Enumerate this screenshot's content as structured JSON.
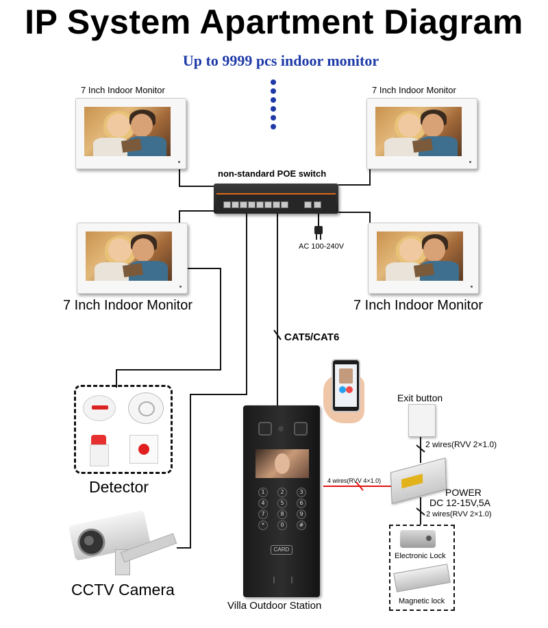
{
  "title": "IP System Apartment Diagram",
  "subtitle": "Up to 9999 pcs indoor monitor",
  "monitors": {
    "top_left_label": "7 Inch Indoor Monitor",
    "top_right_label": "7 Inch Indoor Monitor",
    "mid_left_label": "7 Inch Indoor Monitor",
    "mid_right_label": "7 Inch Indoor Monitor"
  },
  "switch": {
    "label": "non-standard POE switch",
    "power_label": "AC 100-240V"
  },
  "cable_label": "CAT5/CAT6",
  "detector_label": "Detector",
  "cctv_label": "CCTV Camera",
  "outdoor_station": {
    "label": "Villa Outdoor Station",
    "card_text": "CARD",
    "keys": [
      "1",
      "2",
      "3",
      "4",
      "5",
      "6",
      "7",
      "8",
      "9",
      "*",
      "0",
      "#"
    ]
  },
  "exit_button_label": "Exit button",
  "wires": {
    "exit_to_power": "2 wires(RVV 2×1.0)",
    "station_to_power": "4 wires(RVV 4×1.0)",
    "power_to_lock": "2 wires(RVV 2×1.0)"
  },
  "power": {
    "label": "POWER",
    "spec": "DC 12-15V,5A"
  },
  "locks": {
    "electronic": "Electronic Lock",
    "magnetic": "Magnetic lock"
  },
  "colors": {
    "subtitle": "#1e3aa8",
    "red_wire": "#e01010",
    "switch_accent": "#e06a1a"
  }
}
